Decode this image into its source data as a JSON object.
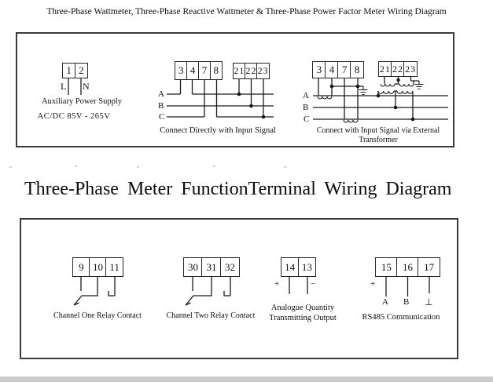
{
  "page": {
    "title_top": "Three-Phase Wattmeter, Three-Phase Reactive Wattmeter & Three-Phase Power Factor Meter Wiring Diagram",
    "title_middle": "Three-Phase Meter FunctionTerminal Wiring Diagram"
  },
  "power_wiring": {
    "aux": {
      "terminals": [
        "1",
        "2"
      ],
      "line_label": "L",
      "neutral_label": "N",
      "caption": "Auxiliary Power Supply",
      "rating": "AC/DC  85V - 265V"
    },
    "direct": {
      "ct_terminals": [
        "3",
        "4",
        "7",
        "8"
      ],
      "pt_terminals": [
        "21",
        "22",
        "23"
      ],
      "phase_a": "A",
      "phase_b": "B",
      "phase_c": "C",
      "caption": "Connect Directly with Input Signal"
    },
    "external": {
      "ct_terminals": [
        "3",
        "4",
        "7",
        "8"
      ],
      "pt_terminals": [
        "21",
        "22",
        "23"
      ],
      "phase_a": "A",
      "phase_b": "B",
      "phase_c": "C",
      "caption": "Connect with Input Signal via External Transformer"
    }
  },
  "function_wiring": {
    "relay1": {
      "terminals": [
        "9",
        "10",
        "11"
      ],
      "caption": "Channel One Relay Contact"
    },
    "relay2": {
      "terminals": [
        "30",
        "31",
        "32"
      ],
      "caption": "Channel Two Relay Contact"
    },
    "analog": {
      "terminals": [
        "14",
        "13"
      ],
      "plus": "+",
      "minus": "−",
      "caption_line1": "Analogue Quantity",
      "caption_line2": "Transmitting Output"
    },
    "rs485": {
      "terminals": [
        "15",
        "16",
        "17"
      ],
      "plus": "+",
      "label_a": "A",
      "label_b": "B",
      "label_gnd": "⊥",
      "caption": "RS485 Communication"
    }
  }
}
